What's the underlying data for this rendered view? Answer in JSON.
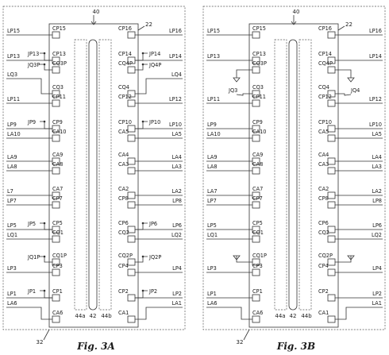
{
  "figures": [
    {
      "id": "3A",
      "caption": "Fig. 3A",
      "refs": {
        "top": "40",
        "chip": "22",
        "outer": "32",
        "bar_left": "44a",
        "bar_mid": "42",
        "bar_right": "44b"
      },
      "left_pads": [
        "CP15",
        "CP13",
        "CQ3P",
        "CQ3",
        "CP11",
        "CP9",
        "CA10",
        "CA9",
        "CA8",
        "CA7",
        "CP7",
        "CP5",
        "CQ1",
        "CQ1P",
        "CP3",
        "CP1",
        "CA6"
      ],
      "right_pads": [
        "CP16",
        "CP14",
        "CQ4P",
        "CQ4",
        "CP12",
        "CP10",
        "CA5",
        "CA4",
        "CA3",
        "CA2",
        "CP8",
        "CP6",
        "CQ2",
        "CQ2P",
        "CP4",
        "CP2",
        "CA1"
      ],
      "left_leads": [
        "LP15",
        "LP13",
        "LQ3",
        "LP11",
        "LP9",
        "LA10",
        "LA9",
        "LA8",
        "L7",
        "LP7",
        "LP5",
        "LQ1",
        "LP3",
        "LP1",
        "LA6"
      ],
      "right_leads": [
        "LP16",
        "LP14",
        "LQ4",
        "LP12",
        "LP10",
        "LA5",
        "LA4",
        "LA3",
        "LA2",
        "LP8",
        "LP6",
        "LQ2",
        "LP4",
        "LP2",
        "LA1"
      ],
      "left_jumpers": [
        "JP13",
        "JQ3P",
        "JP9",
        "JP5",
        "JQ1P",
        "JP1"
      ],
      "right_jumpers": [
        "JP14",
        "JQ4P",
        "JP10",
        "JP6",
        "JQ2P",
        "JP2"
      ]
    },
    {
      "id": "3B",
      "caption": "Fig. 3B",
      "refs": {
        "top": "40",
        "chip": "22",
        "outer": "32",
        "bar_left": "44a",
        "bar_mid": "42",
        "bar_right": "44b"
      },
      "left_pads": [
        "CP15",
        "CP13",
        "CQ3P",
        "CQ3",
        "CP11",
        "CP9",
        "CA10",
        "CA9",
        "CA8",
        "CA7",
        "CP7",
        "CP5",
        "CQ1",
        "CQ1P",
        "CP3",
        "CP1",
        "CA6"
      ],
      "right_pads": [
        "CP16",
        "CP14",
        "CQ4P",
        "CQ4",
        "CP12",
        "CP10",
        "CA5",
        "CA4",
        "CA3",
        "CA2",
        "CP8",
        "CP6",
        "CQ2",
        "CQ2P",
        "CP4",
        "CP2",
        "CA1"
      ],
      "left_leads": [
        "LP15",
        "LP13",
        "LP11",
        "LP9",
        "LA10",
        "LA9",
        "LA8",
        "LA7",
        "LP7",
        "LP5",
        "LQ1",
        "LP3",
        "LP1",
        "LA6"
      ],
      "right_leads": [
        "LP16",
        "LP14",
        "LP12",
        "LP10",
        "LA5",
        "LA4",
        "LA3",
        "LA2",
        "LP8",
        "LP6",
        "LQ2",
        "LP4",
        "LP2",
        "LA1"
      ],
      "left_jumpers": [
        "JQ3"
      ],
      "right_jumpers": [
        "JQ4"
      ]
    }
  ]
}
